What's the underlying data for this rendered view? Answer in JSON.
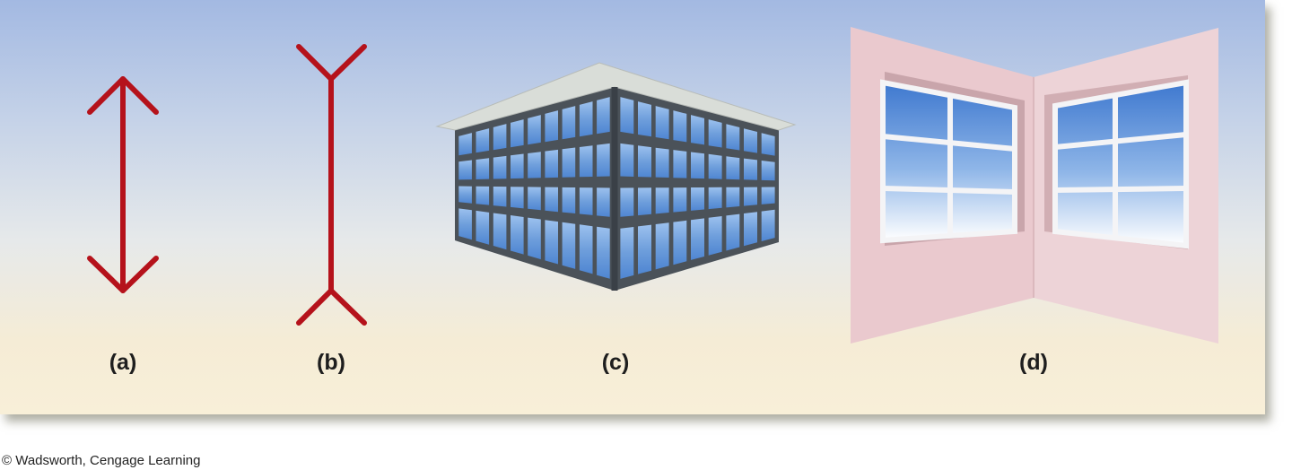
{
  "figures": [
    {
      "id": "a",
      "label": "(a)"
    },
    {
      "id": "b",
      "label": "(b)"
    },
    {
      "id": "c",
      "label": "(c)"
    },
    {
      "id": "d",
      "label": "(d)"
    }
  ],
  "credit": "© Wadsworth, Cengage Learning",
  "colors": {
    "arrow": "#b5121b",
    "wall": "#eecfd3",
    "wall_shade": "#e6c2c7",
    "glass": "#6f9fdc",
    "frame": "#50575f",
    "roof": "#d8dcd8",
    "window_frame": "#f4f4f6"
  }
}
